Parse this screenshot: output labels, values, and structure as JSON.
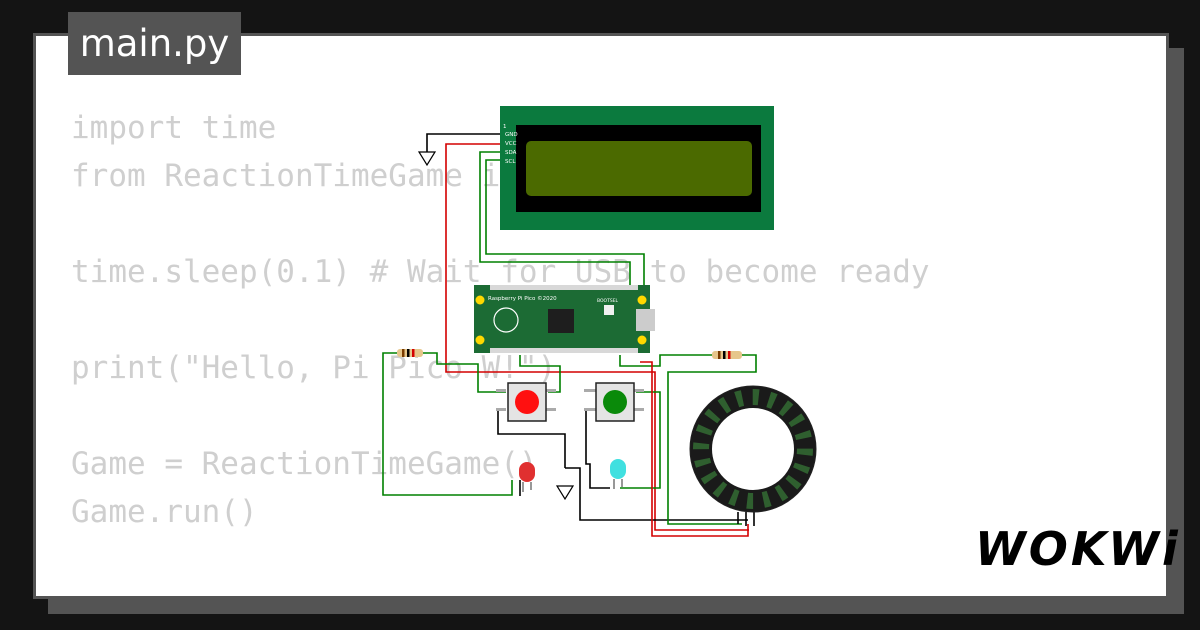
{
  "file_tab": {
    "label": "main.py"
  },
  "code_lines": [
    "import time",
    "from ReactionTimeGame i",
    "",
    "time.sleep(0.1) # Wait for USB to become ready",
    "",
    "print(\"Hello, Pi Pico W!\")",
    "",
    "Game = ReactionTimeGame()",
    "Game.run()"
  ],
  "lcd": {
    "pins": [
      "GND",
      "VCC",
      "SDA",
      "SCL"
    ]
  },
  "pico": {
    "label": "Raspberry Pi Pico ©2020",
    "bootsel_label": "BOOTSEL"
  },
  "buttons": [
    {
      "color": "#ff1010"
    },
    {
      "color": "#0a8a0a"
    }
  ],
  "leds": [
    {
      "color": "#e03030"
    },
    {
      "color": "#40e0e0"
    }
  ],
  "colors": {
    "lcd_board": "#0b7a3e",
    "lcd_screen": "#4b6a00",
    "pico_board": "#1c6b34"
  },
  "brand": {
    "name": "WOKWi"
  }
}
